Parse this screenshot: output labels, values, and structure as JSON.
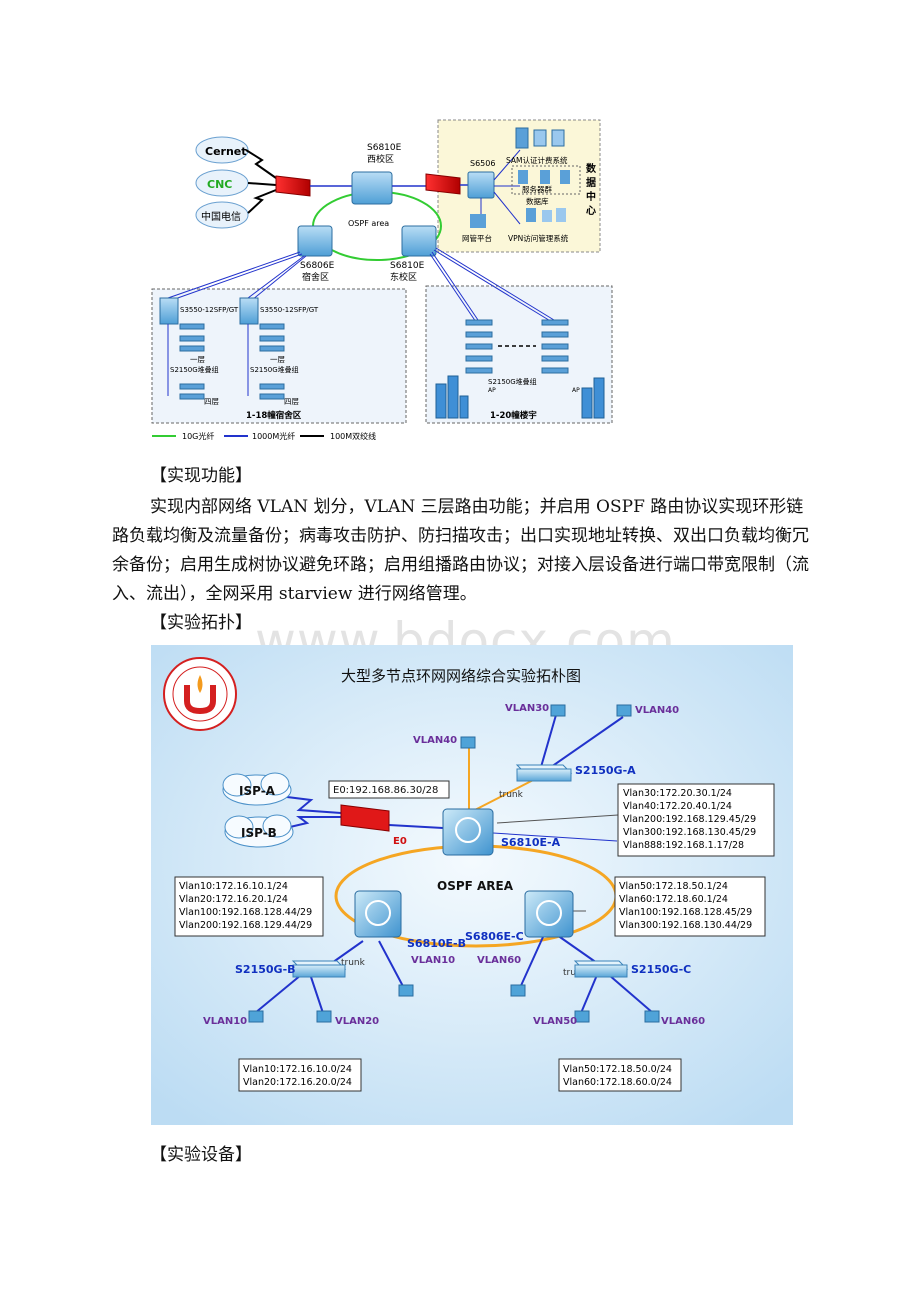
{
  "diagram1": {
    "clouds": [
      "Cernet",
      "CNC",
      "中国电信"
    ],
    "core_top_label": "S6810E",
    "core_top_sub": "西校区",
    "ospf": "OSPF area",
    "left_core_label": "S6806E",
    "left_core_sub": "宿舍区",
    "right_core_label": "S6810E",
    "right_core_sub": "东校区",
    "dc_switch": "S6506",
    "dc_sam": "SAM认证计费系统",
    "dc_servers": "服务器群",
    "dc_db": "数据库",
    "dc_mgmt": "网管平台",
    "dc_vpn": "VPN访问管理系统",
    "dc_title_chars": [
      "数",
      "据",
      "中",
      "心"
    ],
    "dorm_sw1": "S3550-12SFP/GT",
    "dorm_sw2": "S3550-12SFP/GT",
    "dorm_floor_top": "一层",
    "dorm_stack": "S2150G堆叠组",
    "dorm_floor_bottom": "四层",
    "dorm_floor_top2": "一层",
    "dorm_stack2": "S2150G堆叠组",
    "dorm_floor_bottom2": "四层",
    "dorm_title": "1-18幢宿舍区",
    "east_stack": "S2150G堆叠组",
    "east_ap1": "AP",
    "east_ap2": "AP",
    "east_title": "1-20幢楼宇",
    "legend": [
      "10G光纤",
      "1000M光纤",
      "100M双绞线"
    ]
  },
  "sections": {
    "func_title": "【实现功能】",
    "func_text": "实现内部网络 VLAN 划分，VLAN 三层路由功能；并启用 OSPF 路由协议实现环形链路负载均衡及流量备份；病毒攻击防护、防扫描攻击；出口实现地址转换、双出口负载均衡冗余备份；启用生成树协议避免环路；启用组播路由协议；对接入层设备进行端口带宽限制（流入、流出），全网采用 starview 进行网络管理。",
    "topo_title": "【实验拓扑】",
    "equip_title": "【实验设备】"
  },
  "watermark": "www.bdocx.com",
  "diagram2": {
    "title": "大型多节点环网网络综合实验拓朴图",
    "isp_a": "ISP-A",
    "isp_b": "ISP-B",
    "e0_box": "E0:192.168.86.30/28",
    "e0": "E0",
    "trunk1": "trunk",
    "trunk2": "trunk",
    "trunk3": "trunk",
    "ospf": "OSPF AREA",
    "core_a": "S6810E-A",
    "core_b": "S6810E-B",
    "core_c": "S6806E-C",
    "sw_a": "S2150G-A",
    "sw_b": "S2150G-B",
    "sw_c": "S2150G-C",
    "vlan30": "VLAN30",
    "vlan40_top": "VLAN40",
    "vlan40_left": "VLAN40",
    "vlan10_b": "VLAN10",
    "vlan10_c": "VLAN10",
    "vlan20": "VLAN20",
    "vlan60_c": "VLAN60",
    "vlan50": "VLAN50",
    "vlan60": "VLAN60",
    "box_a": [
      "Vlan30:172.20.30.1/24",
      "Vlan40:172.20.40.1/24",
      "Vlan200:192.168.129.45/29",
      "Vlan300:192.168.130.45/29",
      "Vlan888:192.168.1.17/28"
    ],
    "box_b": [
      "Vlan10:172.16.10.1/24",
      "Vlan20:172.16.20.1/24",
      "Vlan100:192.168.128.44/29",
      "Vlan200:192.168.129.44/29"
    ],
    "box_c": [
      "Vlan50:172.18.50.1/24",
      "Vlan60:172.18.60.1/24",
      "Vlan100:192.168.128.45/29",
      "Vlan300:192.168.130.44/29"
    ],
    "box_b_net": [
      "Vlan10:172.16.10.0/24",
      "Vlan20:172.16.20.0/24"
    ],
    "box_c_net": [
      "Vlan50:172.18.50.0/24",
      "Vlan60:172.18.60.0/24"
    ]
  },
  "colors": {
    "ring": "#f5a623",
    "link_blue": "#2233cc",
    "green_link": "#33cc33",
    "label_blue": "#1030c0",
    "label_purple": "#6a2f9a",
    "bg2": "#cfe5f6"
  }
}
